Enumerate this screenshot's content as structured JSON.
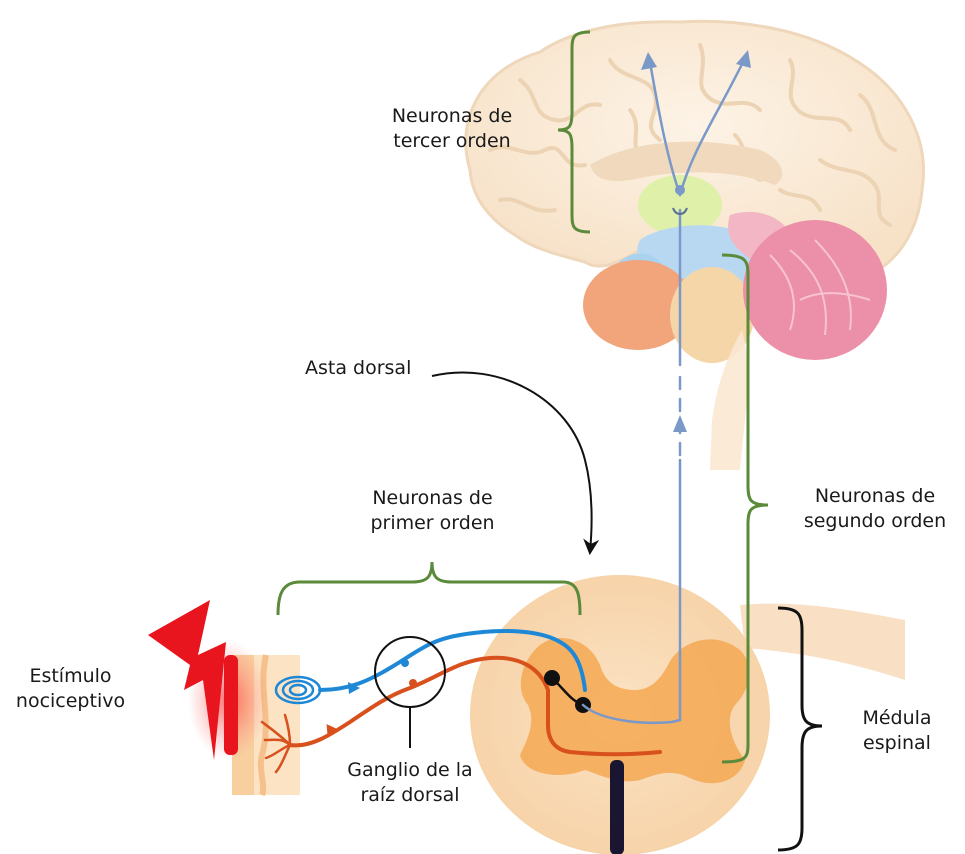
{
  "labels": {
    "third_order": {
      "line1": "Neuronas de",
      "line2": "tercer orden"
    },
    "dorsal_horn": "Asta dorsal",
    "first_order": {
      "line1": "Neuronas de",
      "line2": "primer orden"
    },
    "second_order": {
      "line1": "Neuronas de",
      "line2": "segundo orden"
    },
    "stimulus": {
      "line1": "Estímulo",
      "line2": "nociceptivo"
    },
    "ganglion": {
      "line1": "Ganglio de la",
      "line2": "raíz dorsal"
    },
    "spinal_cord": {
      "line1": "Médula",
      "line2": "espinal"
    }
  },
  "colors": {
    "bracket_green": "#5a8a3a",
    "bracket_black": "#111111",
    "first_neuron_blue": "#1e88d6",
    "first_neuron_red": "#d8501c",
    "pathway_blue": "#7a98c8",
    "tissue_orange": "#f5c58f",
    "stimulus_red": "#e8141e"
  }
}
